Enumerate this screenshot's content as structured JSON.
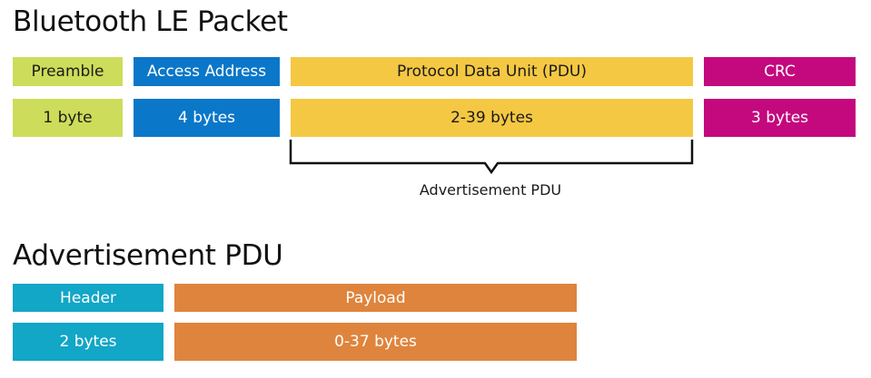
{
  "colors": {
    "lime": "#cddc5a",
    "blue": "#0b77c8",
    "yellow": "#f4c842",
    "magenta": "#c4087e",
    "cyan": "#12a6c7",
    "orange": "#df843c"
  },
  "packet": {
    "title": "Bluetooth LE Packet",
    "fields": [
      {
        "name": "Preamble",
        "size": "1 byte"
      },
      {
        "name": "Access Address",
        "size": "4 bytes"
      },
      {
        "name": "Protocol Data Unit (PDU)",
        "size": "2-39 bytes"
      },
      {
        "name": "CRC",
        "size": "3 bytes"
      }
    ],
    "bracket_label": "Advertisement PDU"
  },
  "adv_pdu": {
    "title": "Advertisement PDU",
    "fields": [
      {
        "name": "Header",
        "size": "2 bytes"
      },
      {
        "name": "Payload",
        "size": "0-37 bytes"
      }
    ]
  }
}
